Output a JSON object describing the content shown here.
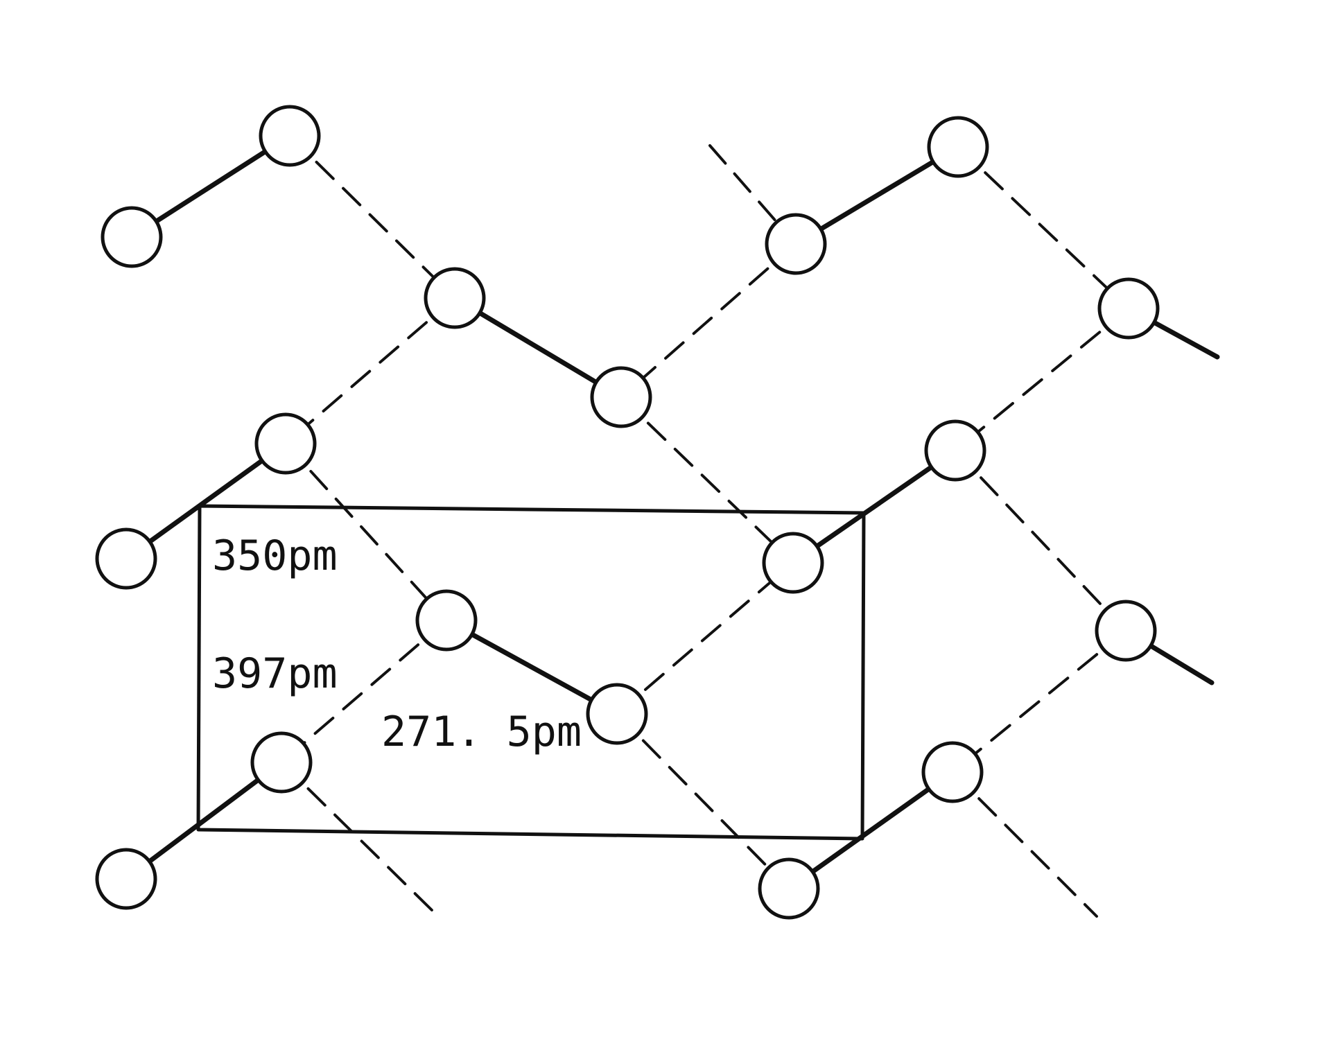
{
  "diagram": {
    "labels": {
      "label_350": "350pm",
      "label_397": "397pm",
      "label_271": "271. 5pm"
    },
    "colors": {
      "ink": "#111111",
      "background": "#ffffff"
    }
  }
}
